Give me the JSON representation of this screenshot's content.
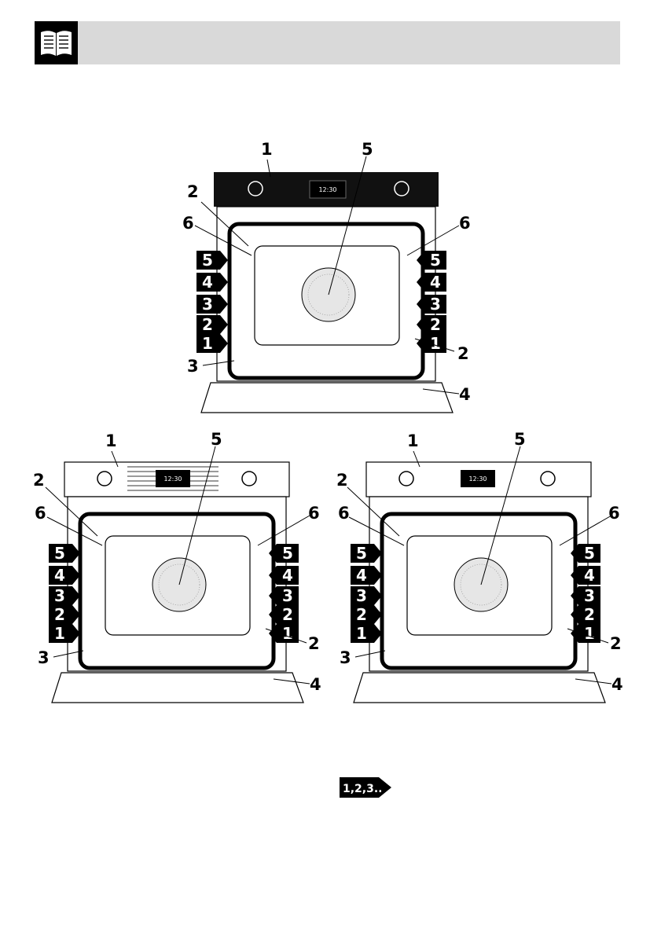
{
  "header": {
    "icon": "open-book-icon"
  },
  "figures": [
    {
      "variant": "black-panel",
      "display_time": "12:30",
      "callouts": [
        "1",
        "5",
        "2",
        "6",
        "6",
        "3",
        "2",
        "4"
      ],
      "shelves": [
        "5",
        "4",
        "3",
        "2",
        "1"
      ]
    },
    {
      "variant": "steel-panel",
      "display_time": "12:30",
      "callouts": [
        "1",
        "5",
        "2",
        "6",
        "6",
        "3",
        "2",
        "4"
      ],
      "shelves": [
        "5",
        "4",
        "3",
        "2",
        "1"
      ]
    },
    {
      "variant": "white-panel",
      "display_time": "12:30",
      "callouts": [
        "1",
        "5",
        "2",
        "6",
        "6",
        "3",
        "2",
        "4"
      ],
      "shelves": [
        "5",
        "4",
        "3",
        "2",
        "1"
      ]
    }
  ],
  "sequence_badge": {
    "label": "1,2,3..",
    "icon": "sequence-arrow-icon"
  }
}
